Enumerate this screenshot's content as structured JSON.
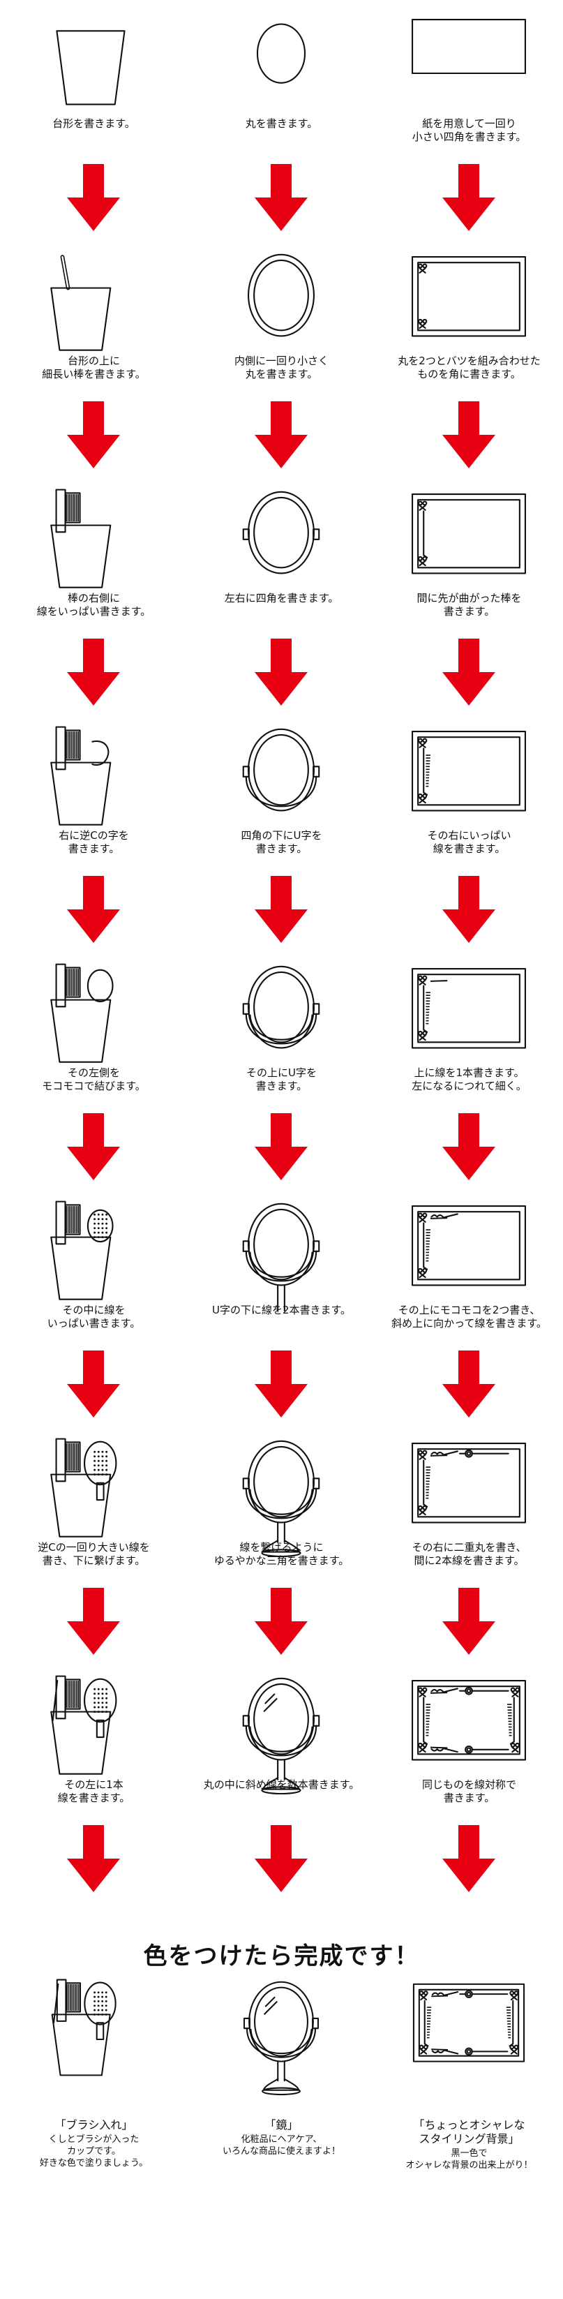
{
  "columns": [
    {
      "key": "brush",
      "steps": [
        "台形を書きます。",
        "台形の上に\n細長い棒を書きます。",
        "棒の右側に\n線をいっぱい書きます。",
        "右に逆Cの字を\n書きます。",
        "その左側を\nモコモコで結びます。",
        "その中に線を\nいっぱい書きます。",
        "逆Cの一回り大きい線を\n書き、下に繋げます。",
        "その左に1本\n線を書きます。"
      ],
      "final": {
        "title": "「ブラシ入れ」",
        "desc": "くしとブラシが入った\nカップです。\n好きな色で塗りましょう。"
      }
    },
    {
      "key": "mirror",
      "steps": [
        "丸を書きます。",
        "内側に一回り小さく\n丸を書きます。",
        "左右に四角を書きます。",
        "四角の下にU字を\n書きます。",
        "その上にU字を\n書きます。",
        "U字の下に線を2本書きます。",
        "線を繋げるように\nゆるやかな三角を書きます。",
        "丸の中に斜め線を数本書きます。"
      ],
      "final": {
        "title": "「鏡」",
        "desc": "化粧品にヘアケア、\nいろんな商品に使えますよ！"
      }
    },
    {
      "key": "frame",
      "steps": [
        "紙を用意して一回り\n小さい四角を書きます。",
        "丸を2つとバツを組み合わせた\nものを角に書きます。",
        "間に先が曲がった棒を\n書きます。",
        "その右にいっぱい\n線を書きます。",
        "上に線を1本書きます。\n左になるにつれて細く。",
        "その上にモコモコを2つ書き、\n斜め上に向かって線を書きます。",
        "その右に二重丸を書き、\n間に2本線を書きます。",
        "同じものを線対称で\n書きます。"
      ],
      "final": {
        "title": "「ちょっとオシャレな\nスタイリング背景」",
        "desc": "黒一色で\nオシャレな背景の出来上がり！"
      }
    }
  ],
  "final_heading": "色をつけたら完成です！",
  "colors": {
    "arrow": "#e60012",
    "line": "#111111",
    "cup_fill": "#f2d40f",
    "brush_handle": "#2e9fd8",
    "brush_head": "#e9e37a",
    "toothbrush_head": "#56c8ea",
    "mirror_frame": "#e4517e",
    "mirror_glass": "#c8e9f7"
  }
}
